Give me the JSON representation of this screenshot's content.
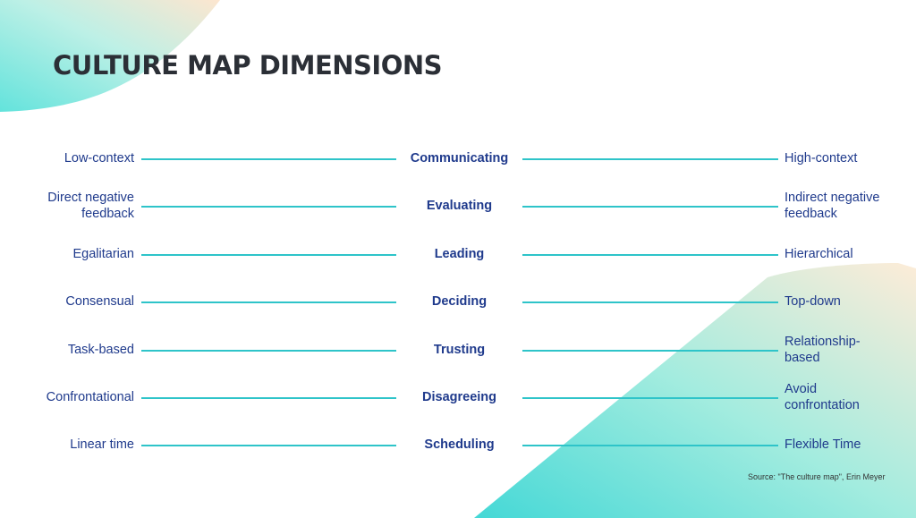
{
  "title": "CULTURE MAP DIMENSIONS",
  "dimensions": [
    {
      "left": "Low-context",
      "center": "Communicating",
      "right": "High-context"
    },
    {
      "left": "Direct negative feedback",
      "center": "Evaluating",
      "right": "Indirect negative feedback"
    },
    {
      "left": "Egalitarian",
      "center": "Leading",
      "right": "Hierarchical"
    },
    {
      "left": "Consensual",
      "center": "Deciding",
      "right": "Top-down"
    },
    {
      "left": "Task-based",
      "center": "Trusting",
      "right": "Relationship-based"
    },
    {
      "left": "Confrontational",
      "center": "Disagreeing",
      "right": "Avoid confrontation"
    },
    {
      "left": "Linear time",
      "center": "Scheduling",
      "right": "Flexible Time"
    }
  ],
  "source": "Source: \"The culture map\", Erin Meyer",
  "colors": {
    "text": "#1f3a8c",
    "line": "#2ec4c9",
    "title": "#2b2f36"
  }
}
